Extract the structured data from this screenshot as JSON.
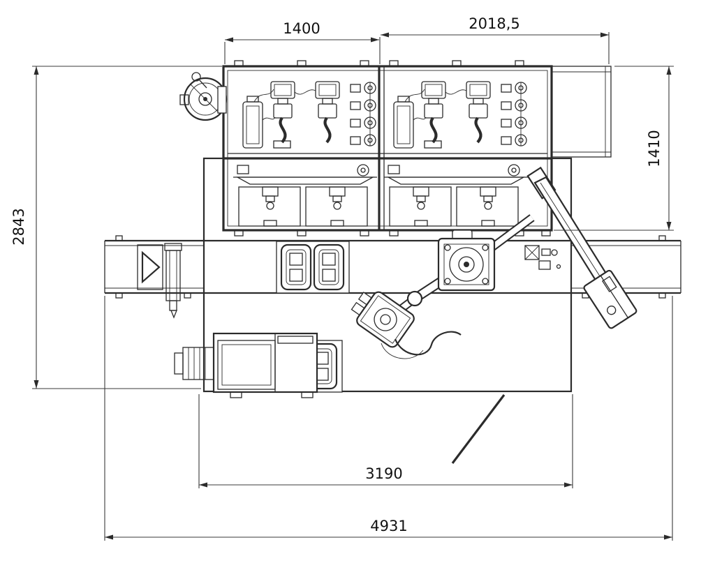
{
  "dimensions": {
    "top_left_width": "1400",
    "top_right_width": "2018,5",
    "right_height": "1410",
    "left_height": "2843",
    "bottom_inner_width": "3190",
    "bottom_total_width": "4931"
  }
}
